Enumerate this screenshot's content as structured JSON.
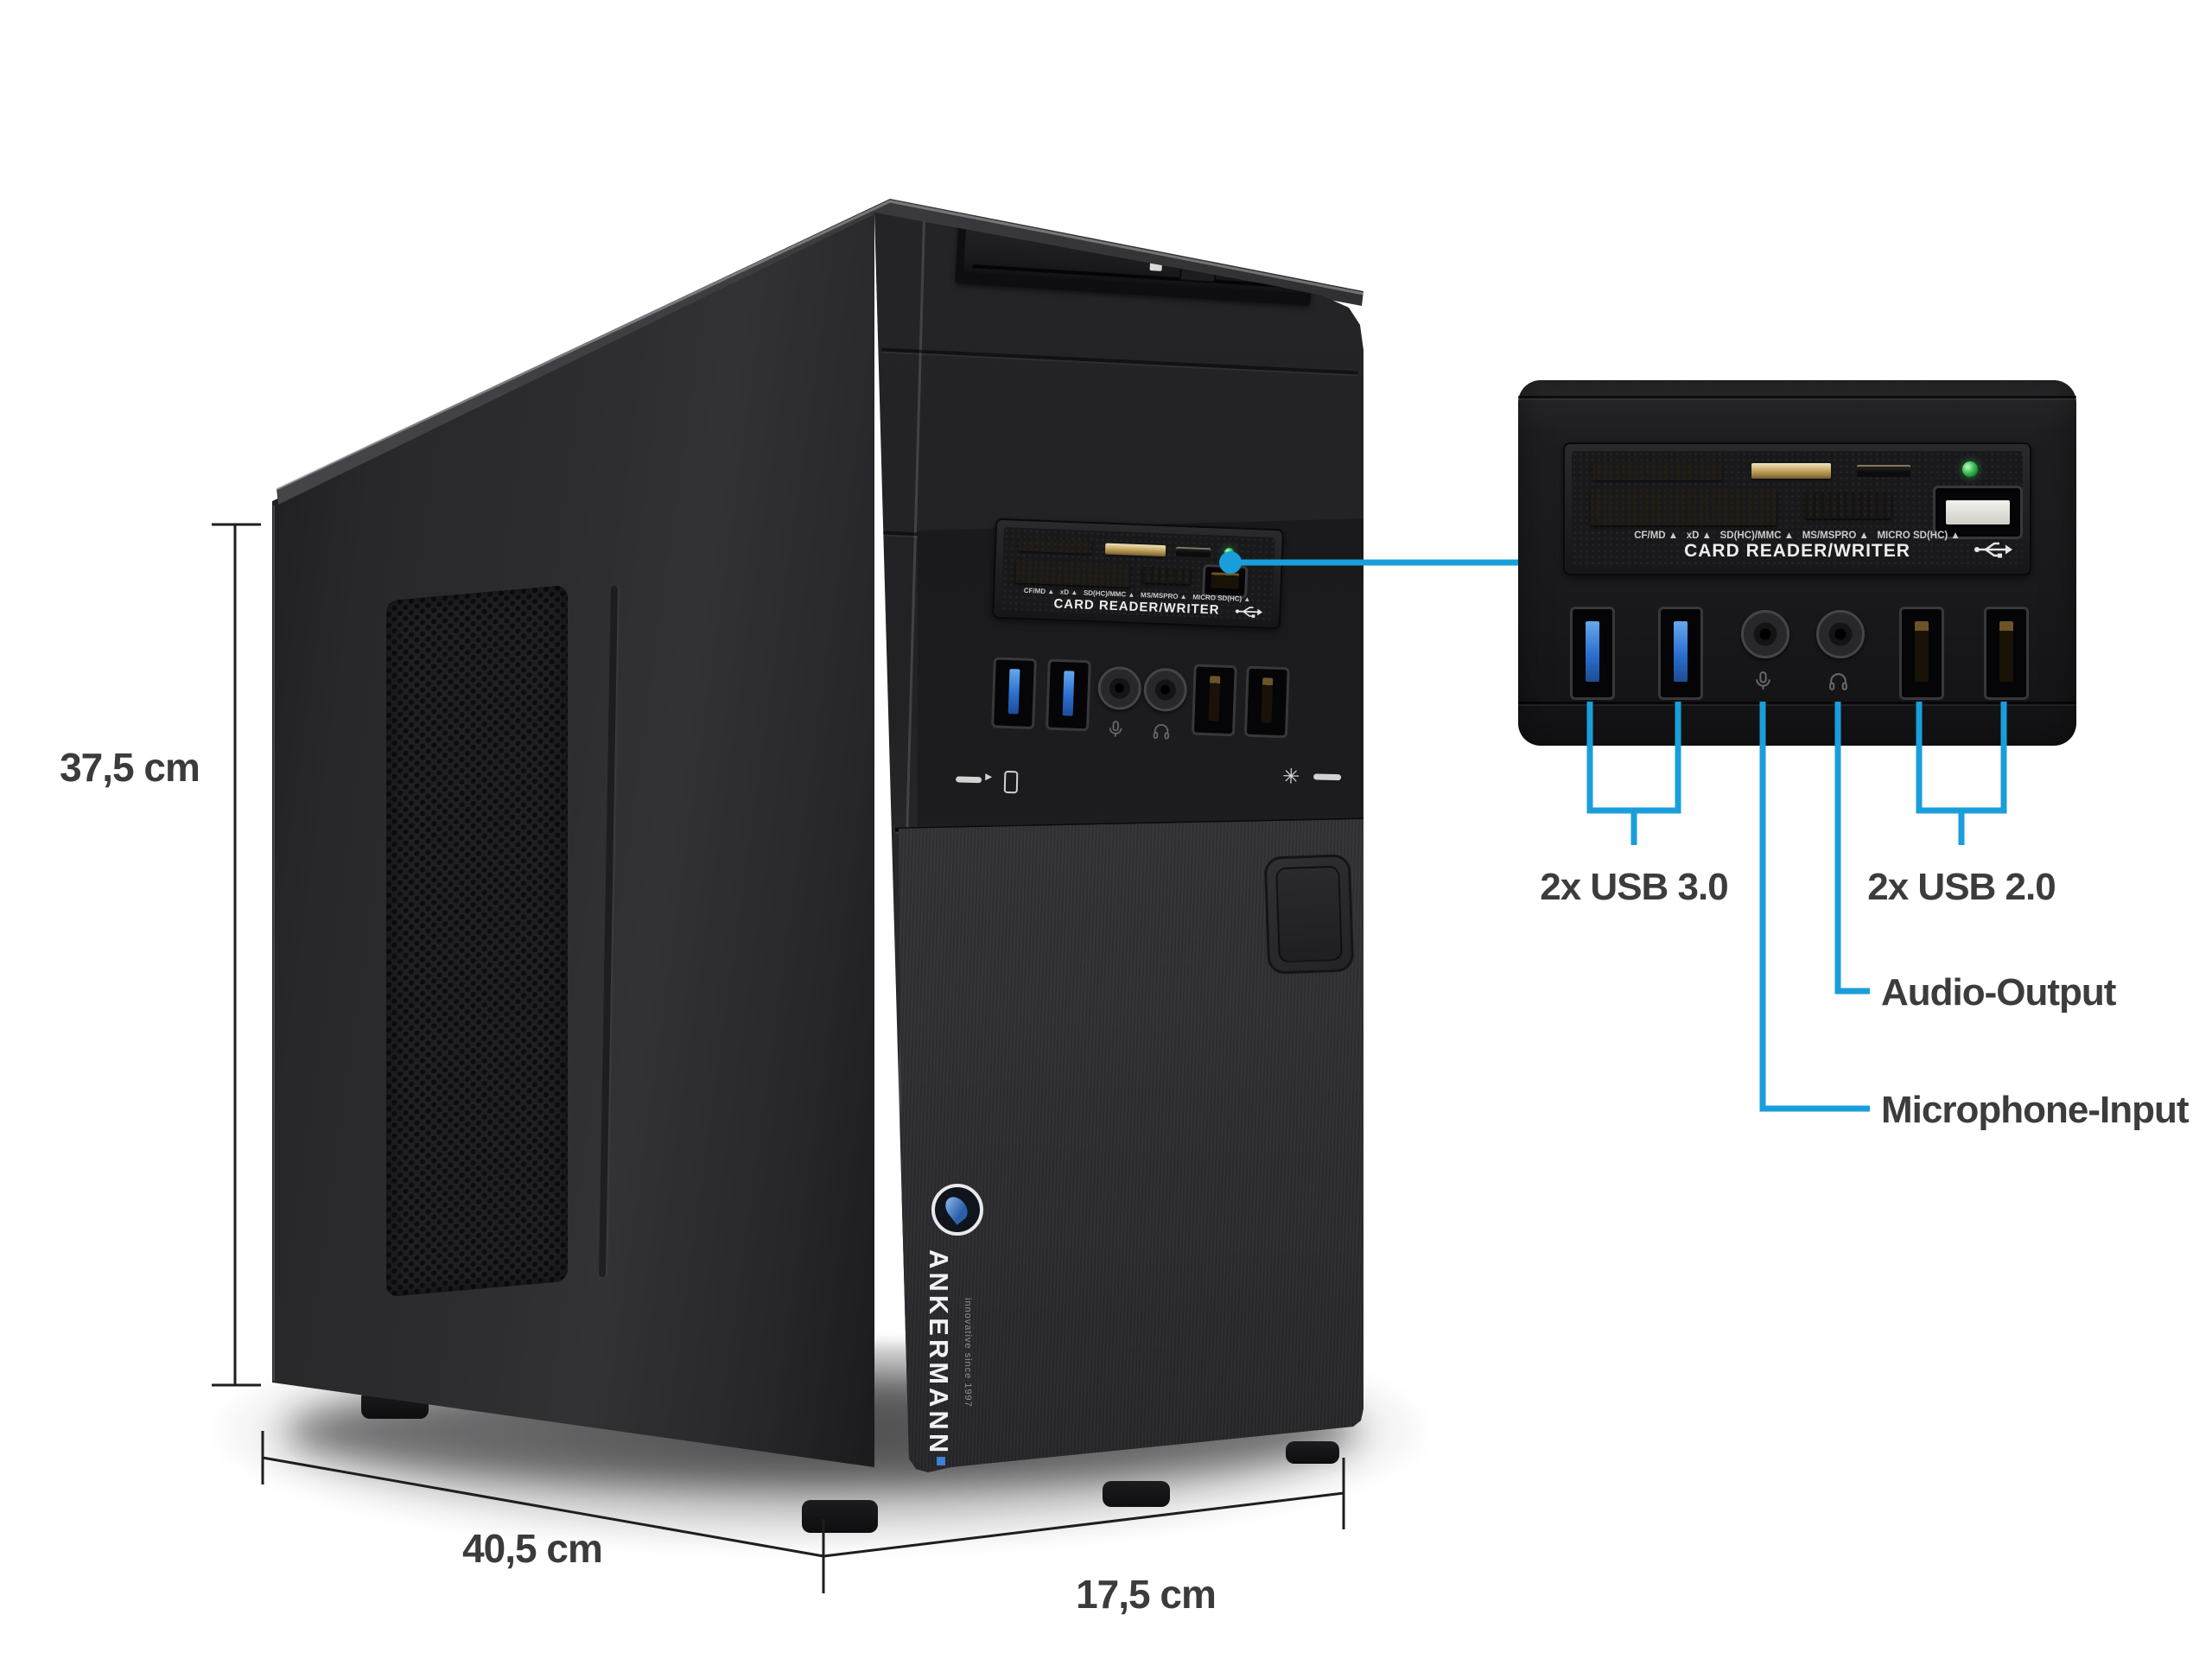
{
  "meta": {
    "background": "#ffffff"
  },
  "dimensions": {
    "height": "37,5 cm",
    "depth": "40,5 cm",
    "width": "17,5 cm"
  },
  "callouts": {
    "usb3": "2x USB 3.0",
    "usb2": "2x USB 2.0",
    "audio": "Audio-Output",
    "mic": "Microphone-Input",
    "accent_color": "#1a9edb",
    "text_color": "#3b3b3b"
  },
  "card_reader": {
    "title": "CARD READER/WRITER",
    "slots_line": "CF/MD ▲   xD ▲   SD(HC)/MMC ▲   MS/MSPRO ▲   MICRO SD(HC) ▲"
  },
  "logo": {
    "brand": "ANKERMANN",
    "tagline": "innovative since 1997"
  },
  "icons": {
    "power_glyph": "✳",
    "indicator_arrow": "▸"
  }
}
